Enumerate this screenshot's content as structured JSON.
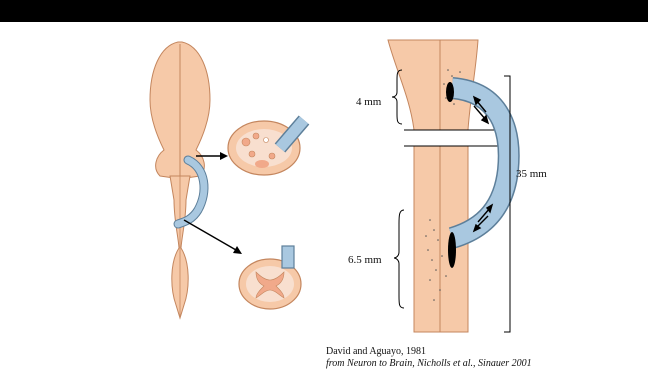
{
  "figure": {
    "labels": {
      "top_gap": "4 mm",
      "bridge_length": "35 mm",
      "bottom_gap": "6.5 mm"
    },
    "credit": {
      "line1": "David and Aguayo, 1981",
      "line2": "from Neuron to Brain, Nicholls et al., Sinauer 2001"
    },
    "colors": {
      "background": "#000000",
      "panel": "#ffffff",
      "tissue": "#f6c9a8",
      "tissue_dark": "#e8a57c",
      "graft": "#a9c8e0",
      "graft_stroke": "#5d7f9a",
      "cord_light": "#f8dfcf",
      "grey_matter": "#f1a98a"
    }
  }
}
